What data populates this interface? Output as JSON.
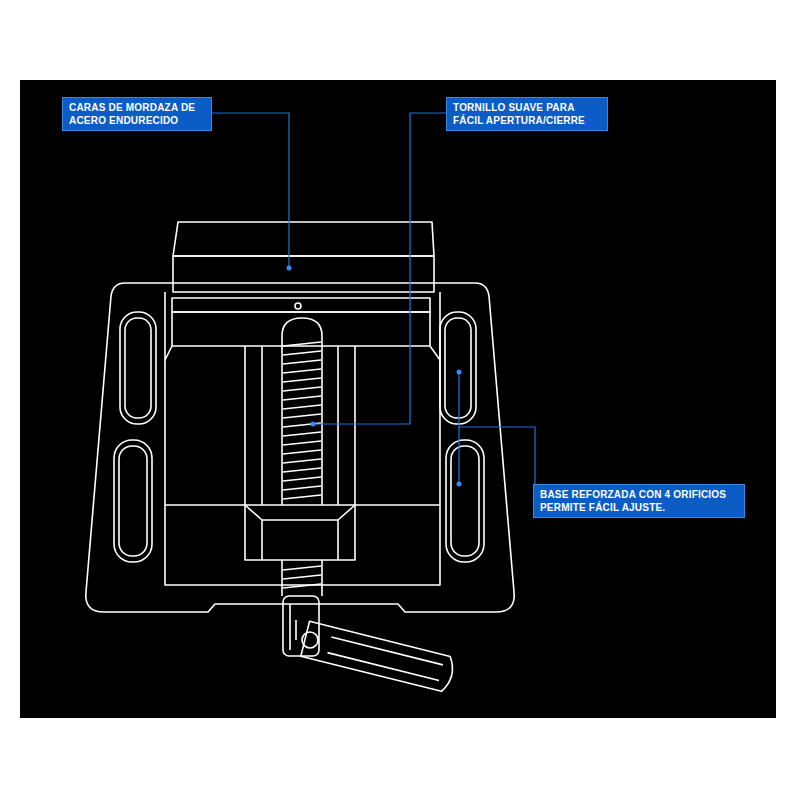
{
  "diagram": {
    "nodes": [
      {
        "text": [
          "CARAS DE MORDAZA DE ACERO ENDURECIDO"
        ]
      },
      {
        "text": [
          "TORNILLO SUAVE PARA FÁCIL APERTURA/CIERRE"
        ]
      },
      {
        "text": [
          "BASE REFORZADA CON 4 ORIFICIOS PERMITE FÁCIL AJUSTE."
        ]
      }
    ]
  }
}
